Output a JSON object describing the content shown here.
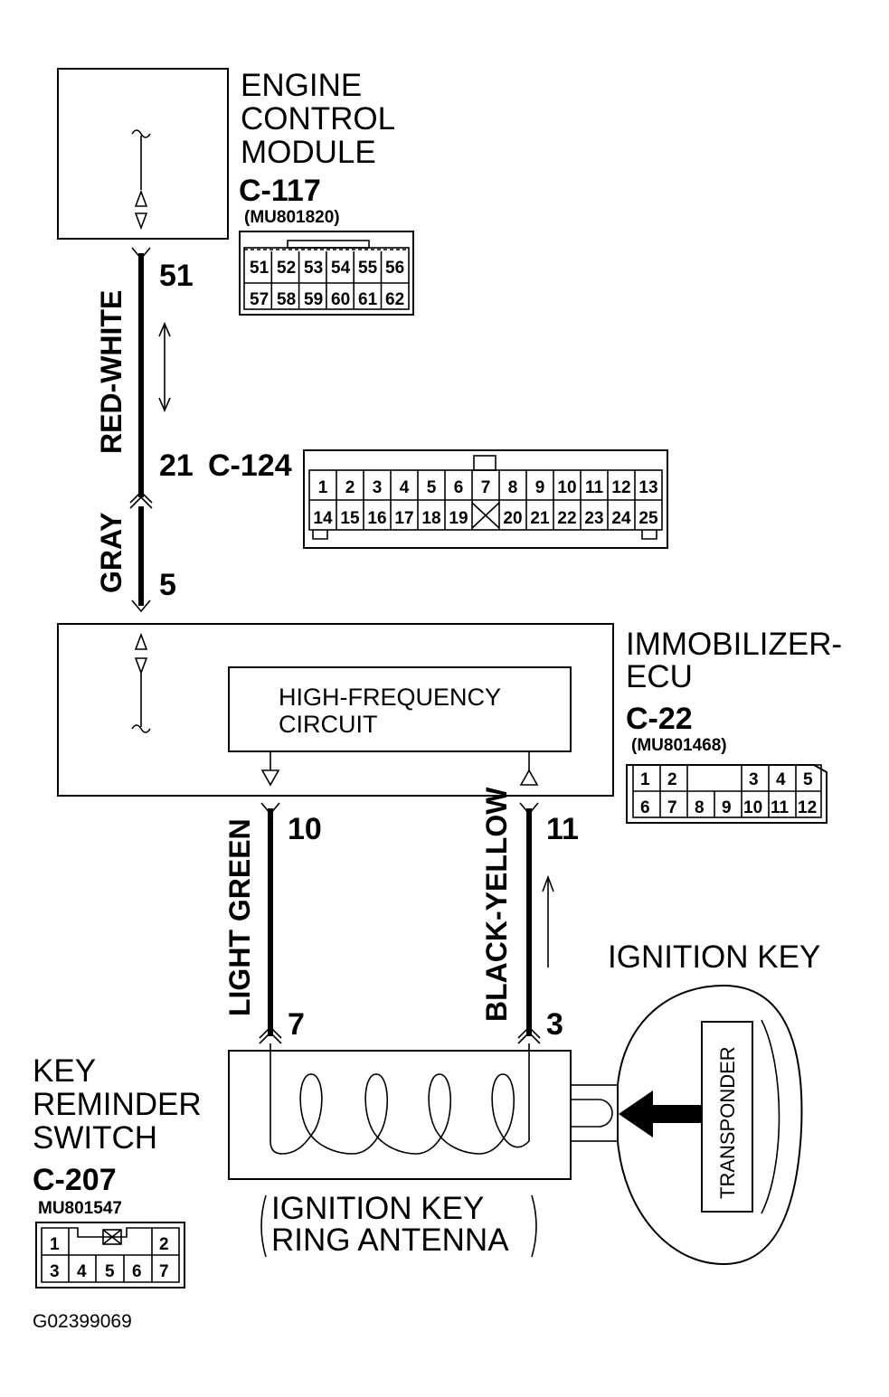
{
  "ecm": {
    "title_lines": [
      "ENGINE",
      "CONTROL",
      "MODULE"
    ],
    "connector": "C-117",
    "part_number": "(MU801820)",
    "pins_row1": [
      "51",
      "52",
      "53",
      "54",
      "55",
      "56"
    ],
    "pins_row2": [
      "57",
      "58",
      "59",
      "60",
      "61",
      "62"
    ]
  },
  "wire_ecm": {
    "color_label": "RED-WHITE",
    "pin_top": "51",
    "pin_bottom": "21"
  },
  "intermediate_connector": {
    "connector": "C-124",
    "pins_row1": [
      "1",
      "2",
      "3",
      "4",
      "5",
      "6",
      "7",
      "8",
      "9",
      "10",
      "11",
      "12",
      "13"
    ],
    "pins_row2": [
      "14",
      "15",
      "16",
      "17",
      "18",
      "19",
      "20",
      "21",
      "22",
      "23",
      "24",
      "25"
    ]
  },
  "wire_gray": {
    "color_label": "GRAY",
    "pin_bottom": "5"
  },
  "immobilizer": {
    "title_lines": [
      "IMMOBILIZER-",
      "ECU"
    ],
    "connector": "C-22",
    "part_number": "(MU801468)",
    "circuit_lines": [
      "HIGH-FREQUENCY",
      "CIRCUIT"
    ],
    "pins_row1": [
      "1",
      "2",
      "3",
      "4",
      "5"
    ],
    "pins_row2": [
      "6",
      "7",
      "8",
      "9",
      "10",
      "11",
      "12"
    ]
  },
  "wire_light_green": {
    "color_label": "LIGHT GREEN",
    "pin_top": "10",
    "pin_bottom": "7"
  },
  "wire_black_yellow": {
    "color_label": "BLACK-YELLOW",
    "pin_top": "11",
    "pin_bottom": "3"
  },
  "ignition_key": {
    "title": "IGNITION KEY",
    "transponder_label": "TRANSPONDER"
  },
  "key_switch": {
    "title_lines": [
      "KEY",
      "REMINDER",
      "SWITCH"
    ],
    "connector": "C-207",
    "part_number": "MU801547",
    "pins_row1": [
      "1",
      "2"
    ],
    "pins_row2": [
      "3",
      "4",
      "5",
      "6",
      "7"
    ],
    "antenna_lines": [
      "IGNITION KEY",
      "RING ANTENNA"
    ]
  },
  "figure_id": "G02399069"
}
